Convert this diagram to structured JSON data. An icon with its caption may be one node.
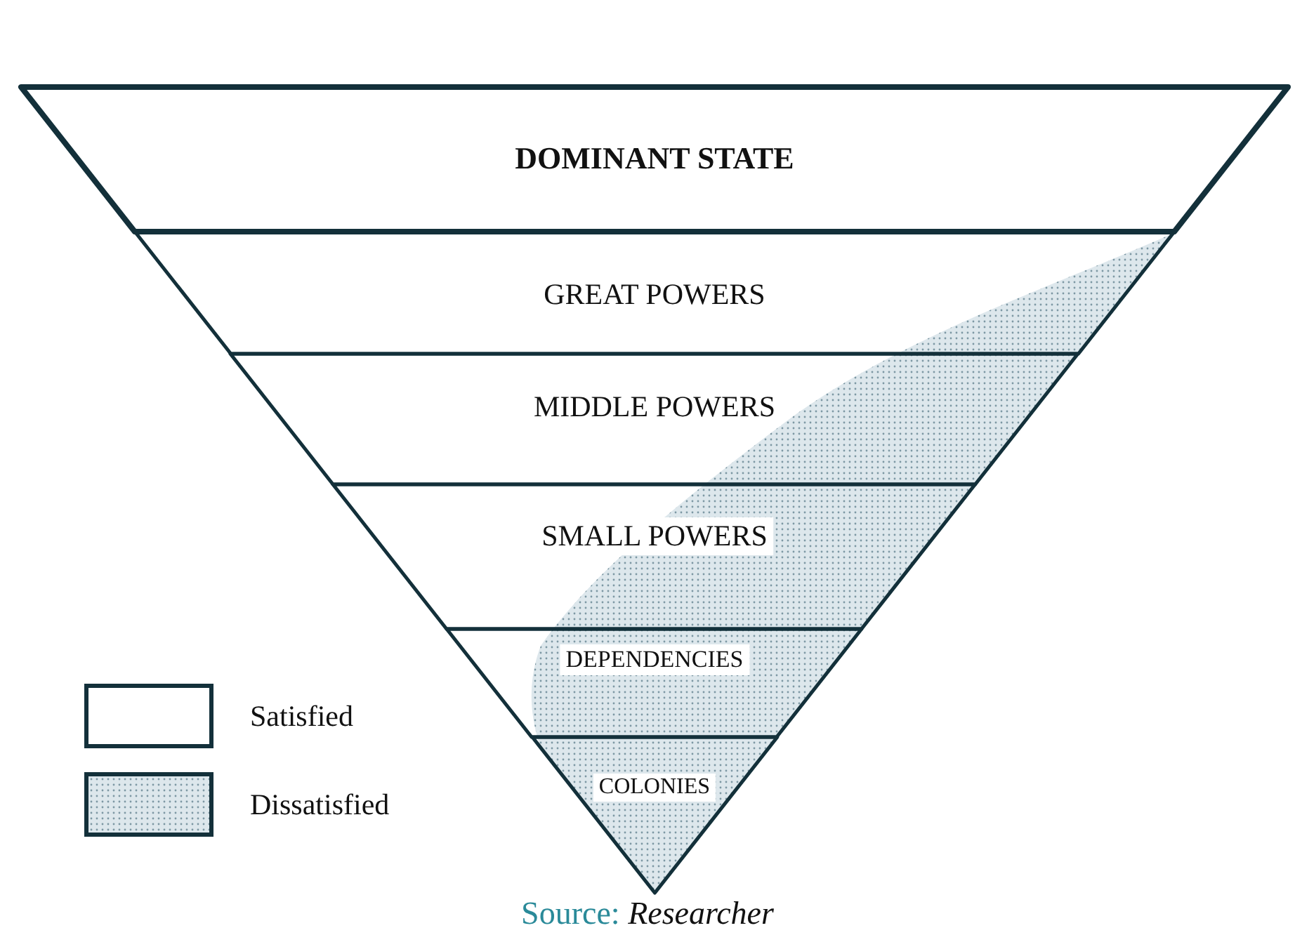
{
  "diagram": {
    "caption": "Source: *Researcher*",
    "nodes": [
      {
        "text": [
          "DOMINANT STATE"
        ]
      },
      {
        "text": [
          "GREAT POWERS"
        ]
      },
      {
        "text": [
          "MIDDLE POWERS"
        ]
      },
      {
        "text": [
          "SMALL POWERS"
        ]
      },
      {
        "text": [
          "DEPENDENCIES"
        ]
      },
      {
        "text": [
          "COLONIES"
        ]
      }
    ],
    "legend": [
      {
        "text": "Satisfied"
      },
      {
        "text": "Dissatisfied",
        "color": "#dde7ec"
      }
    ]
  }
}
